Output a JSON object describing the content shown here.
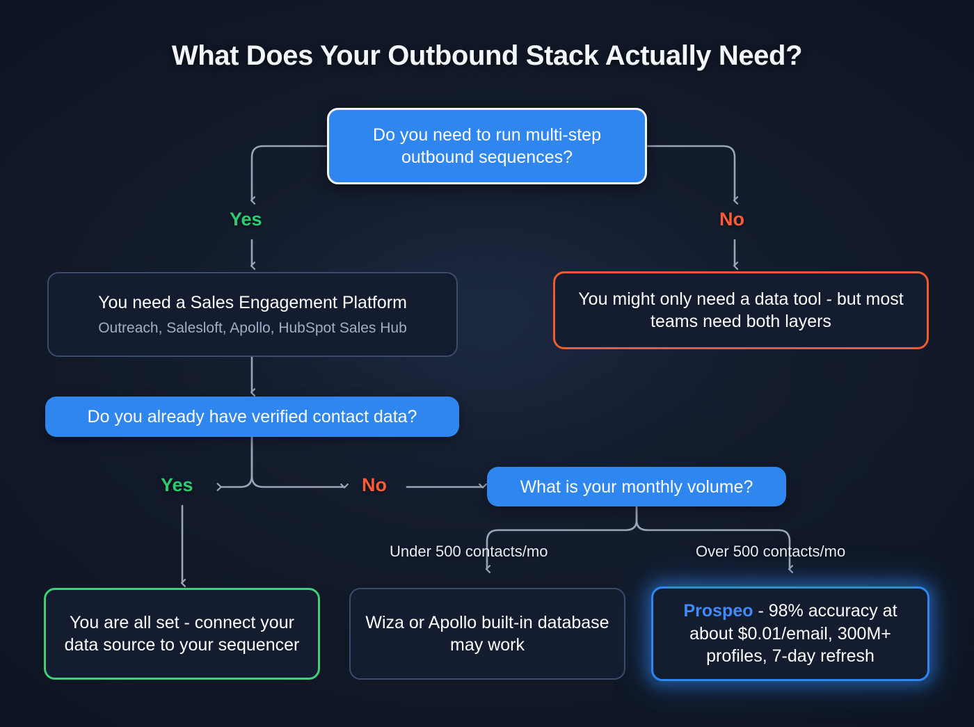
{
  "title": "What Does Your Outbound Stack Actually Need?",
  "theme": {
    "background": "#131d2e",
    "accent_blue": "#2f86ef",
    "brand_blue": "#3d8bff",
    "yes_green": "#2ecc71",
    "no_orange": "#ff5a36",
    "success_green": "#3ecf78",
    "warning_red": "#ef5a2e",
    "connector_gray": "#9aa6b8",
    "node_dark": "#141d2f",
    "muted_text": "#9fb0c6"
  },
  "nodes": {
    "q_sequences": {
      "text": "Do you need to run multi-step outbound sequences?",
      "type": "decision",
      "style": "blue-outlined"
    },
    "sep_platform": {
      "text": "You need a Sales Engagement Platform",
      "subtext": "Outreach, Salesloft, Apollo, HubSpot Sales Hub",
      "type": "outcome",
      "style": "dark-soft"
    },
    "data_tool_only": {
      "text": "You might only need a data tool - but most teams need both layers",
      "type": "outcome",
      "style": "dark-red"
    },
    "q_verified_data": {
      "text": "Do you already have verified contact data?",
      "type": "decision",
      "style": "blue"
    },
    "q_monthly_volume": {
      "text": "What is your monthly volume?",
      "type": "decision",
      "style": "blue"
    },
    "all_set": {
      "text": "You are all set - connect your data source to your sequencer",
      "type": "outcome",
      "style": "dark-green"
    },
    "wiza_apollo": {
      "text": "Wiza or Apollo built-in database may work",
      "type": "outcome",
      "style": "dark-soft"
    },
    "prospeo": {
      "brand": "Prospeo",
      "text": " - 98% accuracy at about $0.01/email, 300M+ profiles, 7-day refresh",
      "type": "outcome",
      "style": "dark-blue-glow"
    }
  },
  "edge_labels": {
    "top_yes": "Yes",
    "top_no": "No",
    "data_yes": "Yes",
    "data_no": "No",
    "volume_under": "Under 500 contacts/mo",
    "volume_over": "Over 500 contacts/mo"
  },
  "chart_data": {
    "type": "diagram",
    "title": "What Does Your Outbound Stack Actually Need?",
    "diagram_kind": "decision-flowchart",
    "steps": [
      {
        "id": "q_sequences",
        "label": "Do you need to run multi-step outbound sequences?",
        "kind": "decision"
      },
      {
        "id": "sep_platform",
        "label": "You need a Sales Engagement Platform",
        "kind": "outcome"
      },
      {
        "id": "data_tool_only",
        "label": "You might only need a data tool - but most teams need both layers",
        "kind": "outcome"
      },
      {
        "id": "q_verified_data",
        "label": "Do you already have verified contact data?",
        "kind": "decision"
      },
      {
        "id": "q_monthly_volume",
        "label": "What is your monthly volume?",
        "kind": "decision"
      },
      {
        "id": "all_set",
        "label": "You are all set - connect your data source to your sequencer",
        "kind": "outcome"
      },
      {
        "id": "wiza_apollo",
        "label": "Wiza or Apollo built-in database may work",
        "kind": "outcome"
      },
      {
        "id": "prospeo",
        "label": "Prospeo - 98% accuracy at about $0.01/email, 300M+ profiles, 7-day refresh",
        "kind": "outcome"
      }
    ],
    "edges": [
      {
        "from": "q_sequences",
        "to": "sep_platform",
        "label": "Yes"
      },
      {
        "from": "q_sequences",
        "to": "data_tool_only",
        "label": "No"
      },
      {
        "from": "sep_platform",
        "to": "q_verified_data",
        "label": ""
      },
      {
        "from": "q_verified_data",
        "to": "all_set",
        "label": "Yes"
      },
      {
        "from": "q_verified_data",
        "to": "q_monthly_volume",
        "label": "No"
      },
      {
        "from": "q_monthly_volume",
        "to": "wiza_apollo",
        "label": "Under 500 contacts/mo"
      },
      {
        "from": "q_monthly_volume",
        "to": "prospeo",
        "label": "Over 500 contacts/mo"
      }
    ]
  }
}
